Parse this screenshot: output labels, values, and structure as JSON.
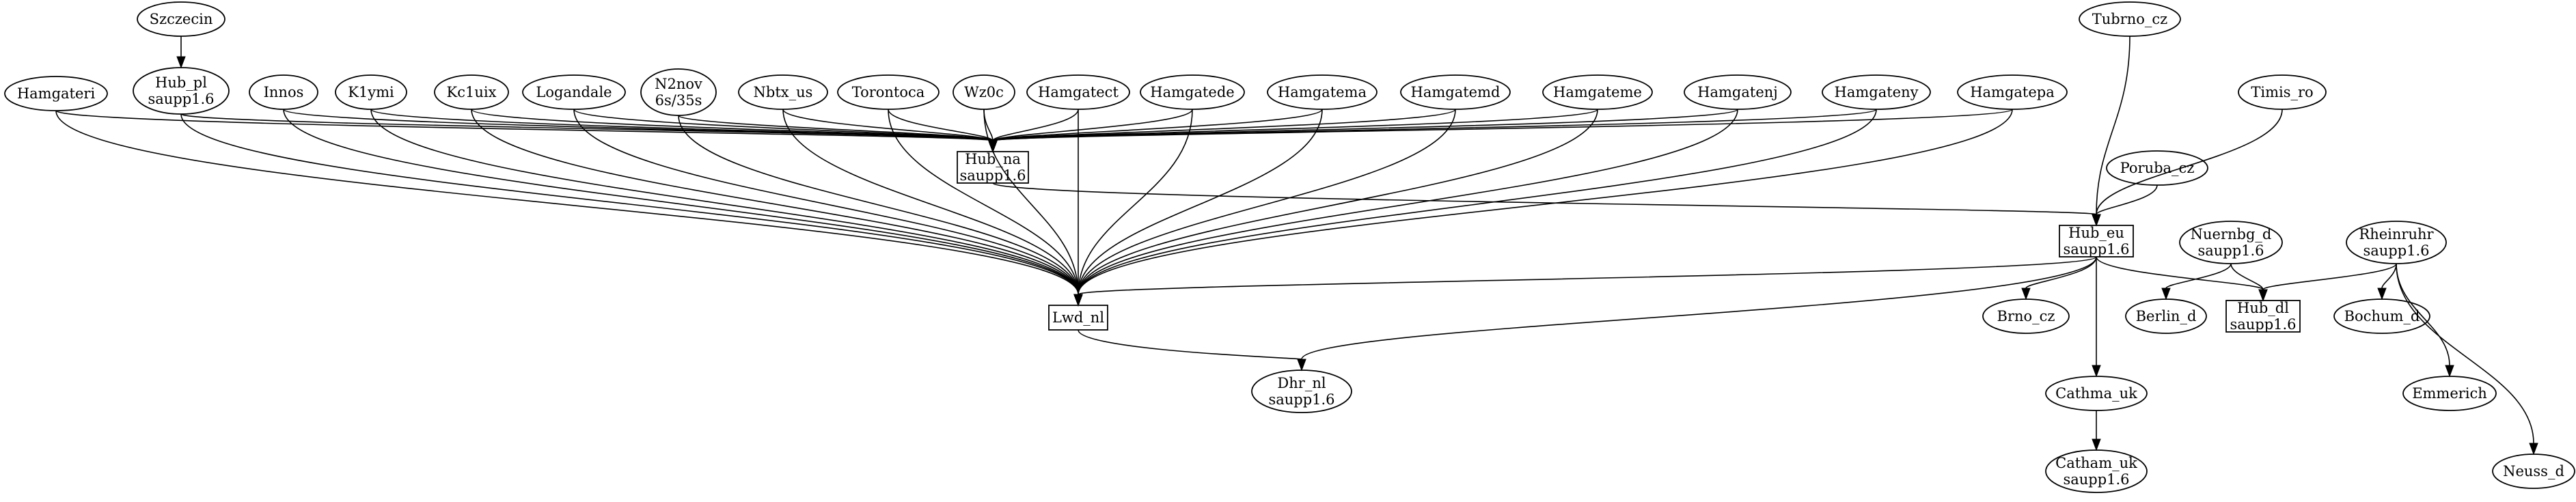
{
  "nodes": [
    {
      "id": "szczecin",
      "lines": [
        "Szczecin"
      ],
      "shape": "ellipse"
    },
    {
      "id": "hub_pl",
      "lines": [
        "Hub_pl",
        "saupp1.6"
      ],
      "shape": "ellipse"
    },
    {
      "id": "hamgateri",
      "lines": [
        "Hamgateri"
      ],
      "shape": "ellipse"
    },
    {
      "id": "innos",
      "lines": [
        "Innos"
      ],
      "shape": "ellipse"
    },
    {
      "id": "k1ymi",
      "lines": [
        "K1ymi"
      ],
      "shape": "ellipse"
    },
    {
      "id": "kc1uix",
      "lines": [
        "Kc1uix"
      ],
      "shape": "ellipse"
    },
    {
      "id": "logandale",
      "lines": [
        "Logandale"
      ],
      "shape": "ellipse"
    },
    {
      "id": "n2nov",
      "lines": [
        "N2nov",
        "6s/35s"
      ],
      "shape": "ellipse"
    },
    {
      "id": "nbtx_us",
      "lines": [
        "Nbtx_us"
      ],
      "shape": "ellipse"
    },
    {
      "id": "torontoca",
      "lines": [
        "Torontoca"
      ],
      "shape": "ellipse"
    },
    {
      "id": "wz0c",
      "lines": [
        "Wz0c"
      ],
      "shape": "ellipse"
    },
    {
      "id": "hamgatect",
      "lines": [
        "Hamgatect"
      ],
      "shape": "ellipse"
    },
    {
      "id": "hamgatede",
      "lines": [
        "Hamgatede"
      ],
      "shape": "ellipse"
    },
    {
      "id": "hamgatema",
      "lines": [
        "Hamgatema"
      ],
      "shape": "ellipse"
    },
    {
      "id": "hamgatemd",
      "lines": [
        "Hamgatemd"
      ],
      "shape": "ellipse"
    },
    {
      "id": "hamgateme",
      "lines": [
        "Hamgateme"
      ],
      "shape": "ellipse"
    },
    {
      "id": "hamgatenj",
      "lines": [
        "Hamgatenj"
      ],
      "shape": "ellipse"
    },
    {
      "id": "hamgateny",
      "lines": [
        "Hamgateny"
      ],
      "shape": "ellipse"
    },
    {
      "id": "hamgatepa",
      "lines": [
        "Hamgatepa"
      ],
      "shape": "ellipse"
    },
    {
      "id": "hub_na",
      "lines": [
        "Hub_na",
        "saupp1.6"
      ],
      "shape": "box"
    },
    {
      "id": "lwd_nl",
      "lines": [
        "Lwd_nl"
      ],
      "shape": "box"
    },
    {
      "id": "dhr_nl",
      "lines": [
        "Dhr_nl",
        "saupp1.6"
      ],
      "shape": "ellipse"
    },
    {
      "id": "tubrno_cz",
      "lines": [
        "Tubrno_cz"
      ],
      "shape": "ellipse"
    },
    {
      "id": "timis_ro",
      "lines": [
        "Timis_ro"
      ],
      "shape": "ellipse"
    },
    {
      "id": "poruba_cz",
      "lines": [
        "Poruba_cz"
      ],
      "shape": "ellipse"
    },
    {
      "id": "hub_eu",
      "lines": [
        "Hub_eu",
        "saupp1.6"
      ],
      "shape": "box"
    },
    {
      "id": "nuernbg_d",
      "lines": [
        "Nuernbg_d",
        "saupp1.6"
      ],
      "shape": "ellipse"
    },
    {
      "id": "rheinruhr",
      "lines": [
        "Rheinruhr",
        "saupp1.6"
      ],
      "shape": "ellipse"
    },
    {
      "id": "brno_cz",
      "lines": [
        "Brno_cz"
      ],
      "shape": "ellipse"
    },
    {
      "id": "berlin_d",
      "lines": [
        "Berlin_d"
      ],
      "shape": "ellipse"
    },
    {
      "id": "hub_dl",
      "lines": [
        "Hub_dl",
        "saupp1.6"
      ],
      "shape": "box"
    },
    {
      "id": "bochum_d",
      "lines": [
        "Bochum_d"
      ],
      "shape": "ellipse"
    },
    {
      "id": "emmerich",
      "lines": [
        "Emmerich"
      ],
      "shape": "ellipse"
    },
    {
      "id": "cathma_uk",
      "lines": [
        "Cathma_uk"
      ],
      "shape": "ellipse"
    },
    {
      "id": "catham_uk",
      "lines": [
        "Catham_uk",
        "saupp1.6"
      ],
      "shape": "ellipse"
    },
    {
      "id": "neuss_d",
      "lines": [
        "Neuss_d"
      ],
      "shape": "ellipse"
    }
  ],
  "edges": [
    {
      "from": "szczecin",
      "to": "hub_pl"
    },
    {
      "from": "hamgateri",
      "to": "hub_na"
    },
    {
      "from": "hamgateri",
      "to": "lwd_nl"
    },
    {
      "from": "hub_pl",
      "to": "hub_na"
    },
    {
      "from": "hub_pl",
      "to": "lwd_nl"
    },
    {
      "from": "innos",
      "to": "hub_na"
    },
    {
      "from": "innos",
      "to": "lwd_nl"
    },
    {
      "from": "k1ymi",
      "to": "hub_na"
    },
    {
      "from": "k1ymi",
      "to": "lwd_nl"
    },
    {
      "from": "kc1uix",
      "to": "hub_na"
    },
    {
      "from": "kc1uix",
      "to": "lwd_nl"
    },
    {
      "from": "logandale",
      "to": "hub_na"
    },
    {
      "from": "logandale",
      "to": "lwd_nl"
    },
    {
      "from": "n2nov",
      "to": "hub_na"
    },
    {
      "from": "n2nov",
      "to": "lwd_nl"
    },
    {
      "from": "nbtx_us",
      "to": "hub_na"
    },
    {
      "from": "nbtx_us",
      "to": "lwd_nl"
    },
    {
      "from": "torontoca",
      "to": "hub_na"
    },
    {
      "from": "torontoca",
      "to": "lwd_nl"
    },
    {
      "from": "wz0c",
      "to": "hub_na"
    },
    {
      "from": "wz0c",
      "to": "lwd_nl"
    },
    {
      "from": "hamgatect",
      "to": "hub_na"
    },
    {
      "from": "hamgatect",
      "to": "lwd_nl"
    },
    {
      "from": "hamgatede",
      "to": "hub_na"
    },
    {
      "from": "hamgatede",
      "to": "lwd_nl"
    },
    {
      "from": "hamgatema",
      "to": "hub_na"
    },
    {
      "from": "hamgatema",
      "to": "lwd_nl"
    },
    {
      "from": "hamgatemd",
      "to": "hub_na"
    },
    {
      "from": "hamgatemd",
      "to": "lwd_nl"
    },
    {
      "from": "hamgateme",
      "to": "hub_na"
    },
    {
      "from": "hamgateme",
      "to": "lwd_nl"
    },
    {
      "from": "hamgatenj",
      "to": "hub_na"
    },
    {
      "from": "hamgatenj",
      "to": "lwd_nl"
    },
    {
      "from": "hamgateny",
      "to": "hub_na"
    },
    {
      "from": "hamgateny",
      "to": "lwd_nl"
    },
    {
      "from": "hamgatepa",
      "to": "hub_na"
    },
    {
      "from": "hamgatepa",
      "to": "lwd_nl"
    },
    {
      "from": "hub_na",
      "to": "hub_eu"
    },
    {
      "from": "lwd_nl",
      "to": "dhr_nl"
    },
    {
      "from": "tubrno_cz",
      "to": "hub_eu"
    },
    {
      "from": "timis_ro",
      "to": "hub_eu"
    },
    {
      "from": "poruba_cz",
      "to": "hub_eu"
    },
    {
      "from": "hub_eu",
      "to": "lwd_nl"
    },
    {
      "from": "hub_eu",
      "to": "dhr_nl"
    },
    {
      "from": "hub_eu",
      "to": "brno_cz"
    },
    {
      "from": "hub_eu",
      "to": "cathma_uk"
    },
    {
      "from": "hub_eu",
      "to": "hub_dl"
    },
    {
      "from": "nuernbg_d",
      "to": "berlin_d"
    },
    {
      "from": "nuernbg_d",
      "to": "hub_dl"
    },
    {
      "from": "rheinruhr",
      "to": "hub_dl"
    },
    {
      "from": "rheinruhr",
      "to": "bochum_d"
    },
    {
      "from": "rheinruhr",
      "to": "emmerich"
    },
    {
      "from": "rheinruhr",
      "to": "neuss_d"
    },
    {
      "from": "cathma_uk",
      "to": "catham_uk"
    }
  ]
}
